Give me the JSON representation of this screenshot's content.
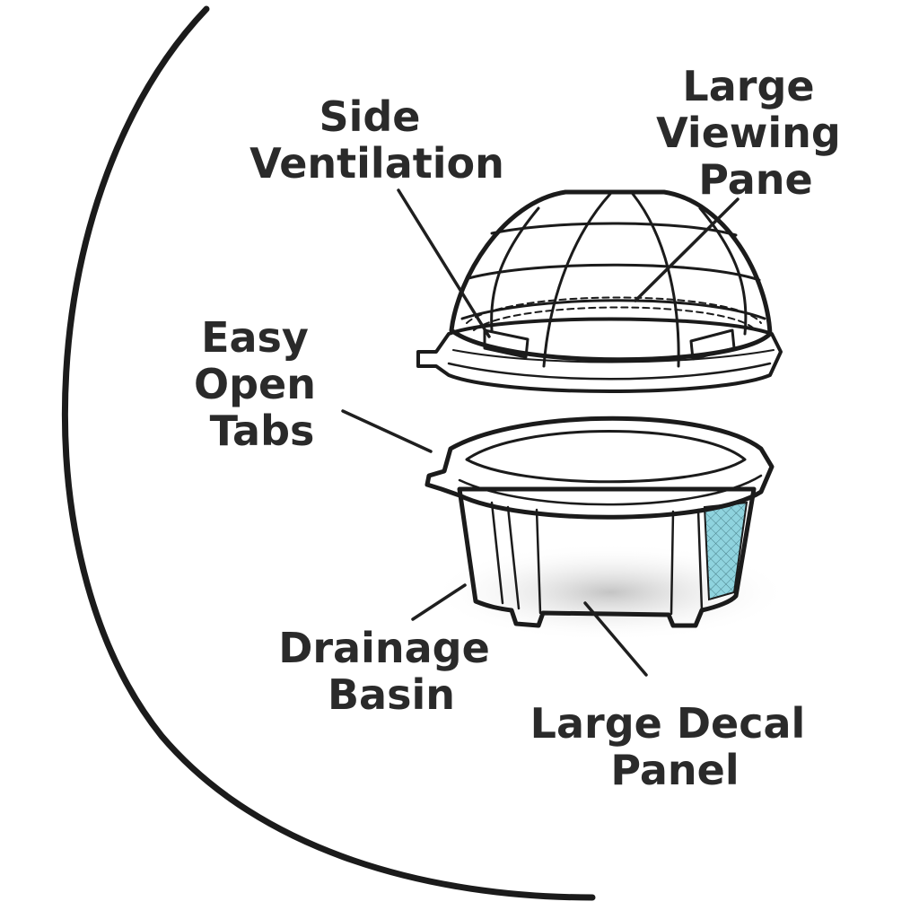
{
  "colors": {
    "ink": "#1b1b1b",
    "basin_fill": "#8fd3de",
    "basin_rim": "#a7e0e8",
    "basin_shadow": "#cfcfcf",
    "dome_fill": "#ffffff",
    "label": "#2a2a2a"
  },
  "labels": {
    "side_ventilation": [
      "Side",
      "Ventilation"
    ],
    "large_viewing_pane": [
      "Large",
      "Viewing",
      "Pane"
    ],
    "easy_open_tabs": [
      "Easy",
      "Open",
      "Tabs"
    ],
    "drainage_basin": [
      "Drainage",
      "Basin"
    ],
    "large_decal_panel": [
      "Large Decal",
      "Panel"
    ]
  }
}
